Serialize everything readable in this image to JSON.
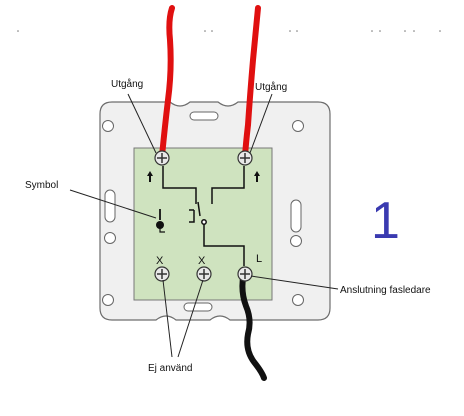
{
  "labels": {
    "output_left": "Utgång",
    "output_right": "Utgång",
    "symbol": "Symbol",
    "phase_connection": "Anslutning fasledare",
    "unused": "Ej använd"
  },
  "terminal_marks": {
    "x_left": "X",
    "x_right": "X",
    "live": "L"
  },
  "figure_number": "1",
  "colors": {
    "output_wire": "#e01010",
    "phase_wire": "#111111",
    "module": "#cfe3bf",
    "frame": "#f0f0f0",
    "figure_number": "#3a3ab0"
  }
}
